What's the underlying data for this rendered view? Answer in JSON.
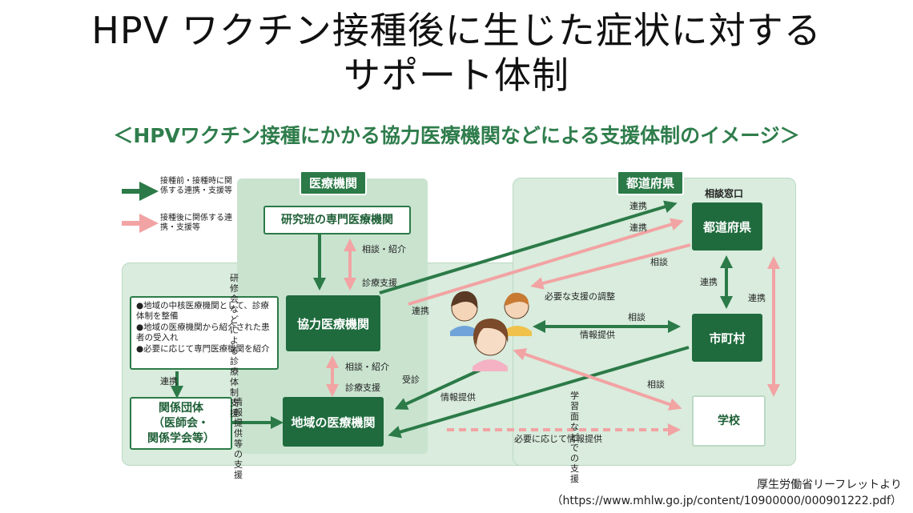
{
  "slide": {
    "title_line1": "HPV ワクチン接種後に生じた症状に対する",
    "title_line2": "サポート体制",
    "source_line1": "厚生労働省リーフレットより",
    "source_line2": "（https://www.mhlw.go.jp/content/10900000/000901222.pdf）"
  },
  "diagram": {
    "heading": "＜HPVワクチン接種にかかる協力医療機関などによる支援体制のイメージ＞",
    "legend": {
      "green_arrow": "接種前・接種時に関係する連携・支援等",
      "pink_arrow": "接種後に関係する連携・支援等",
      "green_color": "#2b7a47",
      "pink_color": "#f2a3a3"
    },
    "sections": {
      "medical": "医療機関",
      "prefecture": "都道府県",
      "consult_window": "相談窓口"
    },
    "nodes": {
      "research_inst": "研究班の専門医療機関",
      "cooperating_inst": "協力医療機関",
      "local_inst": "地域の医療機関",
      "related_orgs": "関係団体\n（医師会・\n関係学会等）",
      "prefecture": "都道府県",
      "municipality": "市町村",
      "school": "学校"
    },
    "notes": [
      "●地域の中核医療機関として、診療体制を整備",
      "●地域の医療機関から紹介された患者の受入れ",
      "●必要に応じて専門医療機関を紹介"
    ],
    "labels": {
      "consult_intro_top": "相談・紹介",
      "training": "研修会などによる\n診療体制支援",
      "care_support_top": "診療支援",
      "renkei_left": "連携",
      "consult_intro_bottom": "相談・紹介",
      "care_support_bottom": "診療支援",
      "visit": "受診",
      "info_offer_orgs": "情報提供等\nの支援",
      "renkei_1": "連携",
      "renkei_2": "連携",
      "soudan_pref": "相談",
      "needed_support": "必要な支援の調整",
      "soudan_muni": "相談",
      "info_offer_muni": "情報提供",
      "renkei_pref_muni": "連携",
      "renkei_school": "連携",
      "info_offer_local": "情報提供",
      "study_support": "学習面など\nでの支援",
      "soudan_school": "相談",
      "info_if_needed": "必要に応じて情報提供",
      "renkei_orgs": "連携"
    }
  }
}
